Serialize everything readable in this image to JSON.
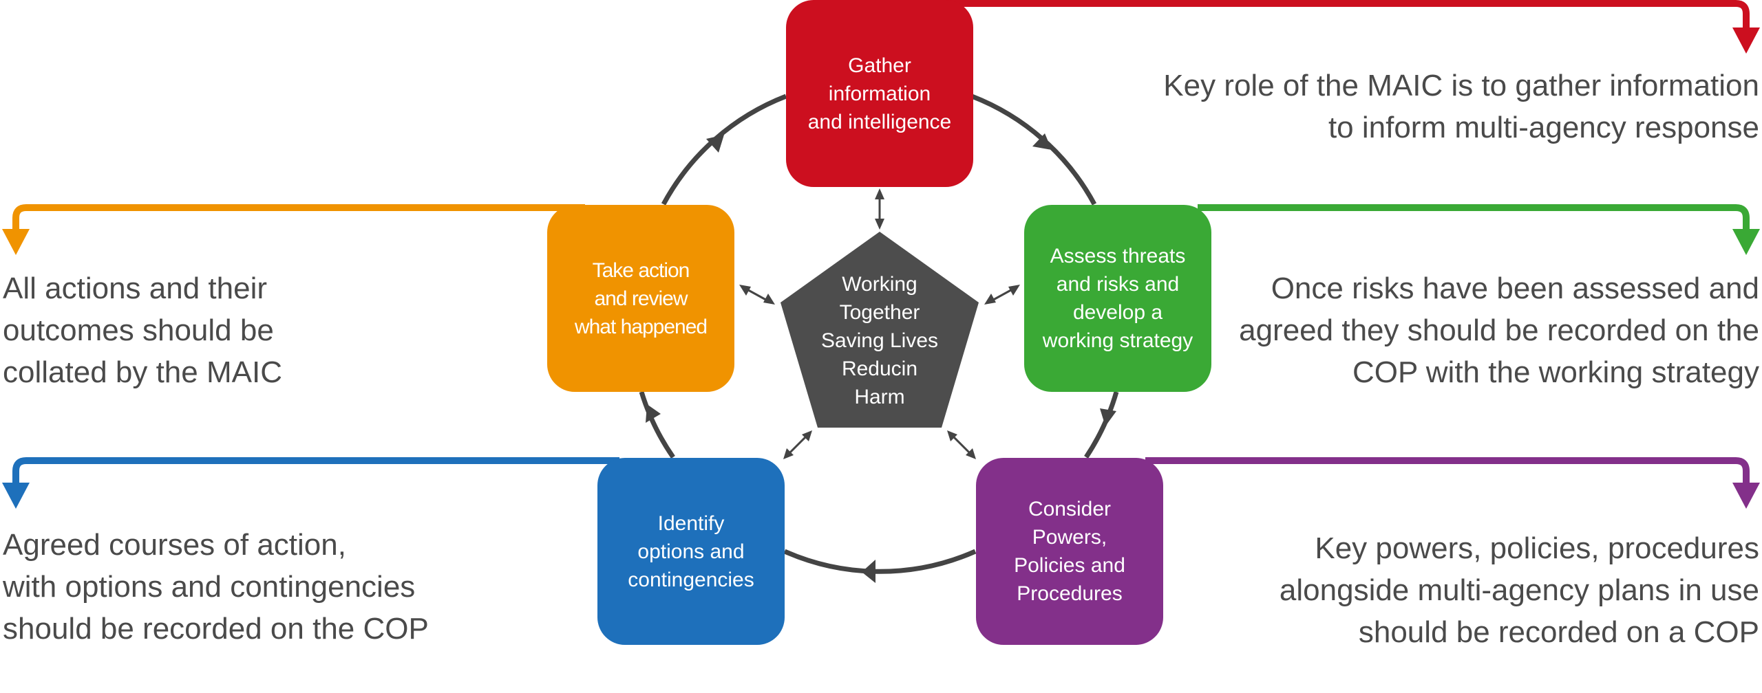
{
  "colors": {
    "red": "#cc0f1f",
    "green": "#3aa935",
    "purple": "#83308a",
    "blue": "#1e70bb",
    "orange": "#f09300",
    "center": "#4d4d4d",
    "arrow": "#444444",
    "text": "#4a4a4a"
  },
  "center": {
    "label": "Working\nTogether\nSaving Lives\nReducin\nHarm"
  },
  "stages": {
    "gather": "Gather\ninformation\nand intelligence",
    "assess": "Assess threats\nand risks and\ndevelop a\nworking strategy",
    "consider": "Consider\nPowers,\nPolicies and\nProcedures",
    "identify": "Identify\noptions and\ncontingencies",
    "action": "Take action\nand review\nwhat happened"
  },
  "notes": {
    "gather": "Key role of the MAIC is to gather information\nto inform multi-agency response",
    "assess": "Once risks have been assessed and\nagreed they should be recorded on the\nCOP with the working strategy",
    "consider": "Key powers, policies, procedures\nalongside multi-agency plans in use\nshould be recorded on a COP",
    "identify": "Agreed courses of action,\nwith options and contingencies\nshould be recorded on the COP",
    "action": "All actions and their\noutcomes should be\ncollated by the MAIC"
  }
}
